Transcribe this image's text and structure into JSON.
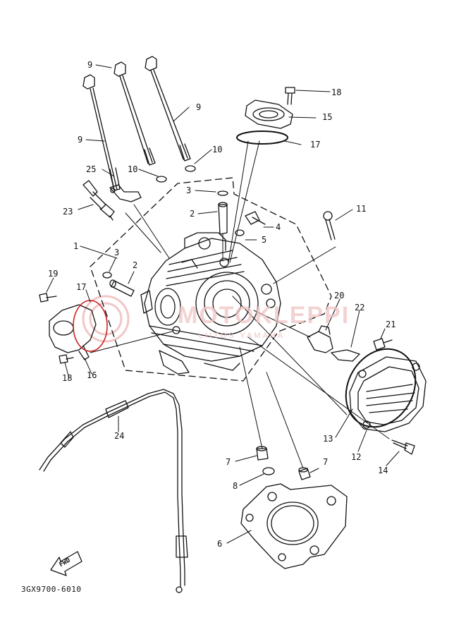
{
  "diagram": {
    "drawing_code": "3GX9700-6010",
    "direction_marker": "FWD",
    "watermark": {
      "brand": "MOTOKLEPPI",
      "tagline": "LIITOS YAMAHA"
    },
    "callouts": [
      {
        "id": "c1",
        "text": "9"
      },
      {
        "id": "c2",
        "text": "9"
      },
      {
        "id": "c3",
        "text": "9"
      },
      {
        "id": "c4",
        "text": "10"
      },
      {
        "id": "c5",
        "text": "10"
      },
      {
        "id": "c6",
        "text": "25"
      },
      {
        "id": "c7",
        "text": "3"
      },
      {
        "id": "c8",
        "text": "2"
      },
      {
        "id": "c9",
        "text": "23"
      },
      {
        "id": "c10",
        "text": "1"
      },
      {
        "id": "c11",
        "text": "3"
      },
      {
        "id": "c12",
        "text": "2"
      },
      {
        "id": "c13",
        "text": "19"
      },
      {
        "id": "c14",
        "text": "17"
      },
      {
        "id": "c15",
        "text": "18"
      },
      {
        "id": "c16",
        "text": "16"
      },
      {
        "id": "c17",
        "text": "18"
      },
      {
        "id": "c18",
        "text": "15"
      },
      {
        "id": "c19",
        "text": "17"
      },
      {
        "id": "c20",
        "text": "4"
      },
      {
        "id": "c21",
        "text": "5"
      },
      {
        "id": "c22",
        "text": "11"
      },
      {
        "id": "c23",
        "text": "20"
      },
      {
        "id": "c24",
        "text": "22"
      },
      {
        "id": "c25",
        "text": "21"
      },
      {
        "id": "c26",
        "text": "24"
      },
      {
        "id": "c27",
        "text": "13"
      },
      {
        "id": "c28",
        "text": "12"
      },
      {
        "id": "c29",
        "text": "14"
      },
      {
        "id": "c30",
        "text": "7"
      },
      {
        "id": "c31",
        "text": "7"
      },
      {
        "id": "c32",
        "text": "8"
      },
      {
        "id": "c33",
        "text": "6"
      }
    ]
  }
}
